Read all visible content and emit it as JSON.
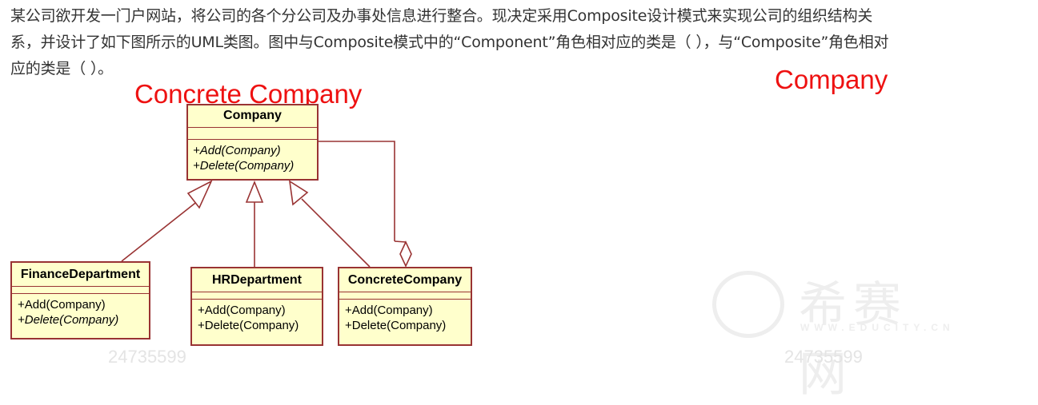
{
  "question": {
    "lines": [
      "某公司欲开发一门户网站，将公司的各个分公司及办事处信息进行整合。现决定采用Composite设计模式来实现公司的组织结构关",
      "系，并设计了如下图所示的UML类图。图中与Composite模式中的“Component”角色相对应的类是（   ），与“Composite”角色相对",
      "应的类是（   ）。"
    ]
  },
  "answers": {
    "first": "Concrete Company",
    "second": "Company"
  },
  "watermarks": {
    "number_left": "24735599",
    "number_right": "24735599",
    "logo_text": "希赛网",
    "logo_sub": "WWW.EDUCITY.CN"
  },
  "uml": {
    "classes": {
      "company": {
        "name": "Company",
        "ops": [
          "+Add(Company)",
          "+Delete(Company)"
        ]
      },
      "finance": {
        "name": "FinanceDepartment",
        "ops": [
          "+Add(Company)",
          "+Delete(Company)"
        ]
      },
      "hr": {
        "name": "HRDepartment",
        "ops": [
          "+Add(Company)",
          "+Delete(Company)"
        ]
      },
      "concrete": {
        "name": "ConcreteCompany",
        "ops": [
          "+Add(Company)",
          "+Delete(Company)"
        ]
      }
    }
  },
  "colors": {
    "answer_text": "#ee1111",
    "class_fill": "#ffffcc",
    "class_border": "#993333",
    "connector": "#993333",
    "body_text": "#333333"
  }
}
